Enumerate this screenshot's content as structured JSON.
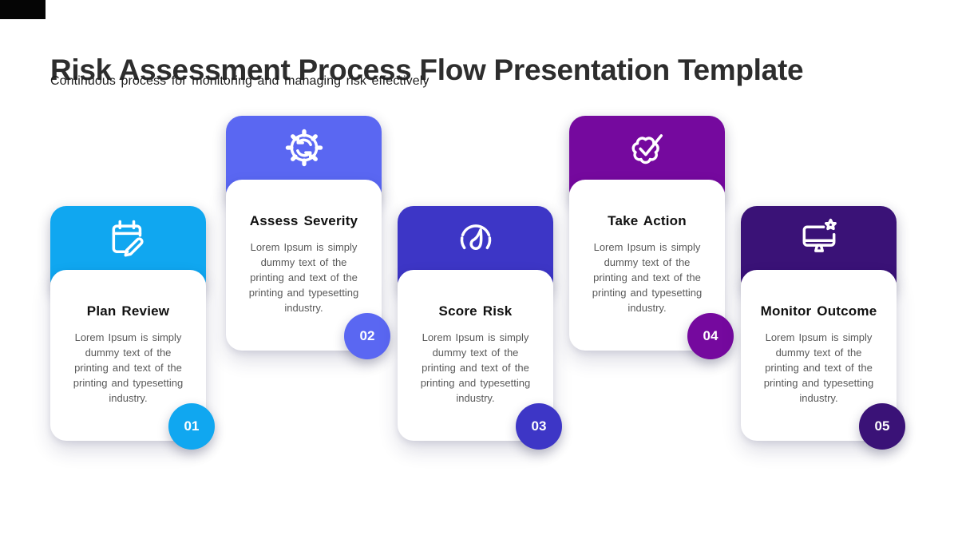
{
  "slide": {
    "title": "Risk Assessment Process Flow Presentation Template",
    "subtitle": "Continuous process for monitoring and managing risk effectively",
    "background_color": "#ffffff",
    "corner_mark_color": "#050505",
    "title_color": "#2d2d2d"
  },
  "cards": [
    {
      "number": "01",
      "title": "Plan Review",
      "body": "Lorem Ipsum is simply\ndummy text of the\nprinting and text of the\nprinting and typesetting\nindustry.",
      "color": "#10a7f0",
      "icon": "calendar-edit-icon"
    },
    {
      "number": "02",
      "title": "Assess Severity",
      "body": "Lorem Ipsum is simply\ndummy text of the\nprinting and text of the\nprinting and typesetting\nindustry.",
      "color": "#5a67f2",
      "icon": "gear-sync-icon"
    },
    {
      "number": "03",
      "title": "Score Risk",
      "body": "Lorem Ipsum is simply\ndummy text of the\nprinting and text of the\nprinting and typesetting\nindustry.",
      "color": "#3d36c6",
      "icon": "gauge-icon"
    },
    {
      "number": "04",
      "title": "Take Action",
      "body": "Lorem Ipsum is simply\ndummy text of the\nprinting and text of the\nprinting and typesetting\nindustry.",
      "color": "#75099e",
      "icon": "seal-check-icon"
    },
    {
      "number": "05",
      "title": "Monitor Outcome",
      "body": "Lorem Ipsum is simply\ndummy text of the\nprinting and text of the\nprinting and typesetting\nindustry.",
      "color": "#3a1277",
      "icon": "monitor-star-icon"
    }
  ]
}
